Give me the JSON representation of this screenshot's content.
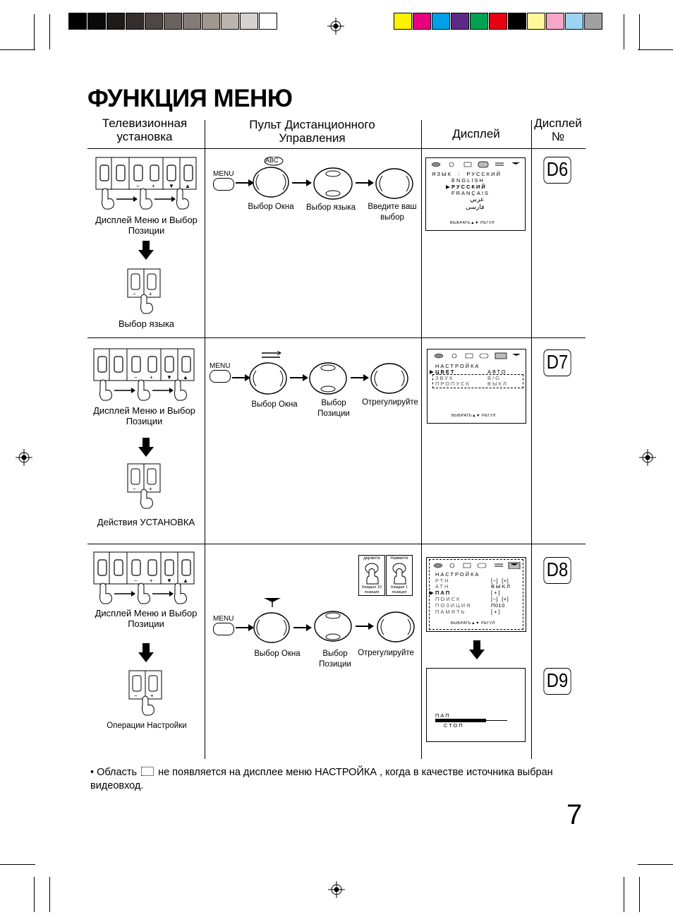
{
  "page": {
    "title": "ФУНКЦИЯ МЕНЮ",
    "page_number": "7",
    "swatches_gray": [
      "#000000",
      "#0a0a0a",
      "#1f1b1a",
      "#332e2c",
      "#4d4745",
      "#6a625f",
      "#847b78",
      "#a0978f",
      "#bbb3ad",
      "#d6d2cf",
      "#ffffff"
    ],
    "swatches_color": [
      "#fff200",
      "#e8007d",
      "#00a0e9",
      "#5c2a86",
      "#00a151",
      "#e60012",
      "#000000",
      "#fff799",
      "#f6a6c8",
      "#9cd3f2",
      "#a0a0a0"
    ]
  },
  "headers": {
    "tv": "Телевизионная установка",
    "remote": "Пульт Дистанционного Управления",
    "display": "Дисплей",
    "display_no": "Дисплей №"
  },
  "section1": {
    "tv_caption1": "Дисплей Меню и Выбор Позиции",
    "tv_caption2": "Выбор языка",
    "menu": "MENU",
    "abc": "ABC",
    "rc_labels": [
      "Выбор Окна",
      "Выбор языка",
      "Введите ваш выбор"
    ],
    "osd": {
      "line1": "ЯЗЫК  :  РУССКИЙ",
      "langs": [
        "ENGLISH",
        "РУССКИЙ",
        "FRANÇAIS",
        "عربي",
        "فارسی"
      ],
      "footer": "ВЫБРАТЬ▲▼  РЕГУЛ"
    },
    "badge": "D6"
  },
  "section2": {
    "tv_caption1": "Дисплей Меню и Выбор Позиции",
    "tv_caption2": "Действия УСТАНОВКА",
    "menu": "MENU",
    "rc_labels": [
      "Выбор Окна",
      "Выбор Позиции",
      "Отрегулируйте"
    ],
    "osd": {
      "title": "НАСТРОЙКА",
      "rows": [
        [
          "ЦВЕТ",
          "АВТО"
        ],
        [
          "ЗВУК",
          "B/G"
        ],
        [
          "ПРОПУСК",
          "ВЫКЛ"
        ]
      ],
      "footer": "ВЫБРАТЬ▲▼  РЕГУЛ"
    },
    "badge": "D7"
  },
  "section3": {
    "tv_caption1": "Дисплей Меню и Выбор Позиции",
    "tv_caption2": "Операции Настройки",
    "menu": "MENU",
    "rc_labels": [
      "Выбор Окна",
      "Выбор Позиции",
      "Отрегулируйте"
    ],
    "hold_box": {
      "top": "держите",
      "bottom": "Каждые 10 позиция"
    },
    "press_box": {
      "top": "Нажмите",
      "bottom": "Каждая 1 позиция"
    },
    "osd": {
      "title": "НАСТРОЙКА",
      "rows": [
        [
          "РТН",
          "[−]  [+]"
        ],
        [
          "АТН",
          "ВЫКЛ"
        ],
        [
          "ПАП",
          "[+]"
        ],
        [
          "ПОИСК",
          "[−]  [+]"
        ],
        [
          "ПОЗИЦИЯ",
          "П010"
        ],
        [
          "ПАМЯТЬ",
          "[+]"
        ]
      ],
      "footer": "ВЫБРАТЬ▲▼  РЕГУЛ"
    },
    "osd2": {
      "line1": "ПАП",
      "line2": "СТОП"
    },
    "badges": [
      "D8",
      "D9"
    ]
  },
  "note": {
    "part1": "Область",
    "part2": "не появляется на дисплее меню НАСТРОЙКА , когда в качестве источника выбран видеовход."
  }
}
